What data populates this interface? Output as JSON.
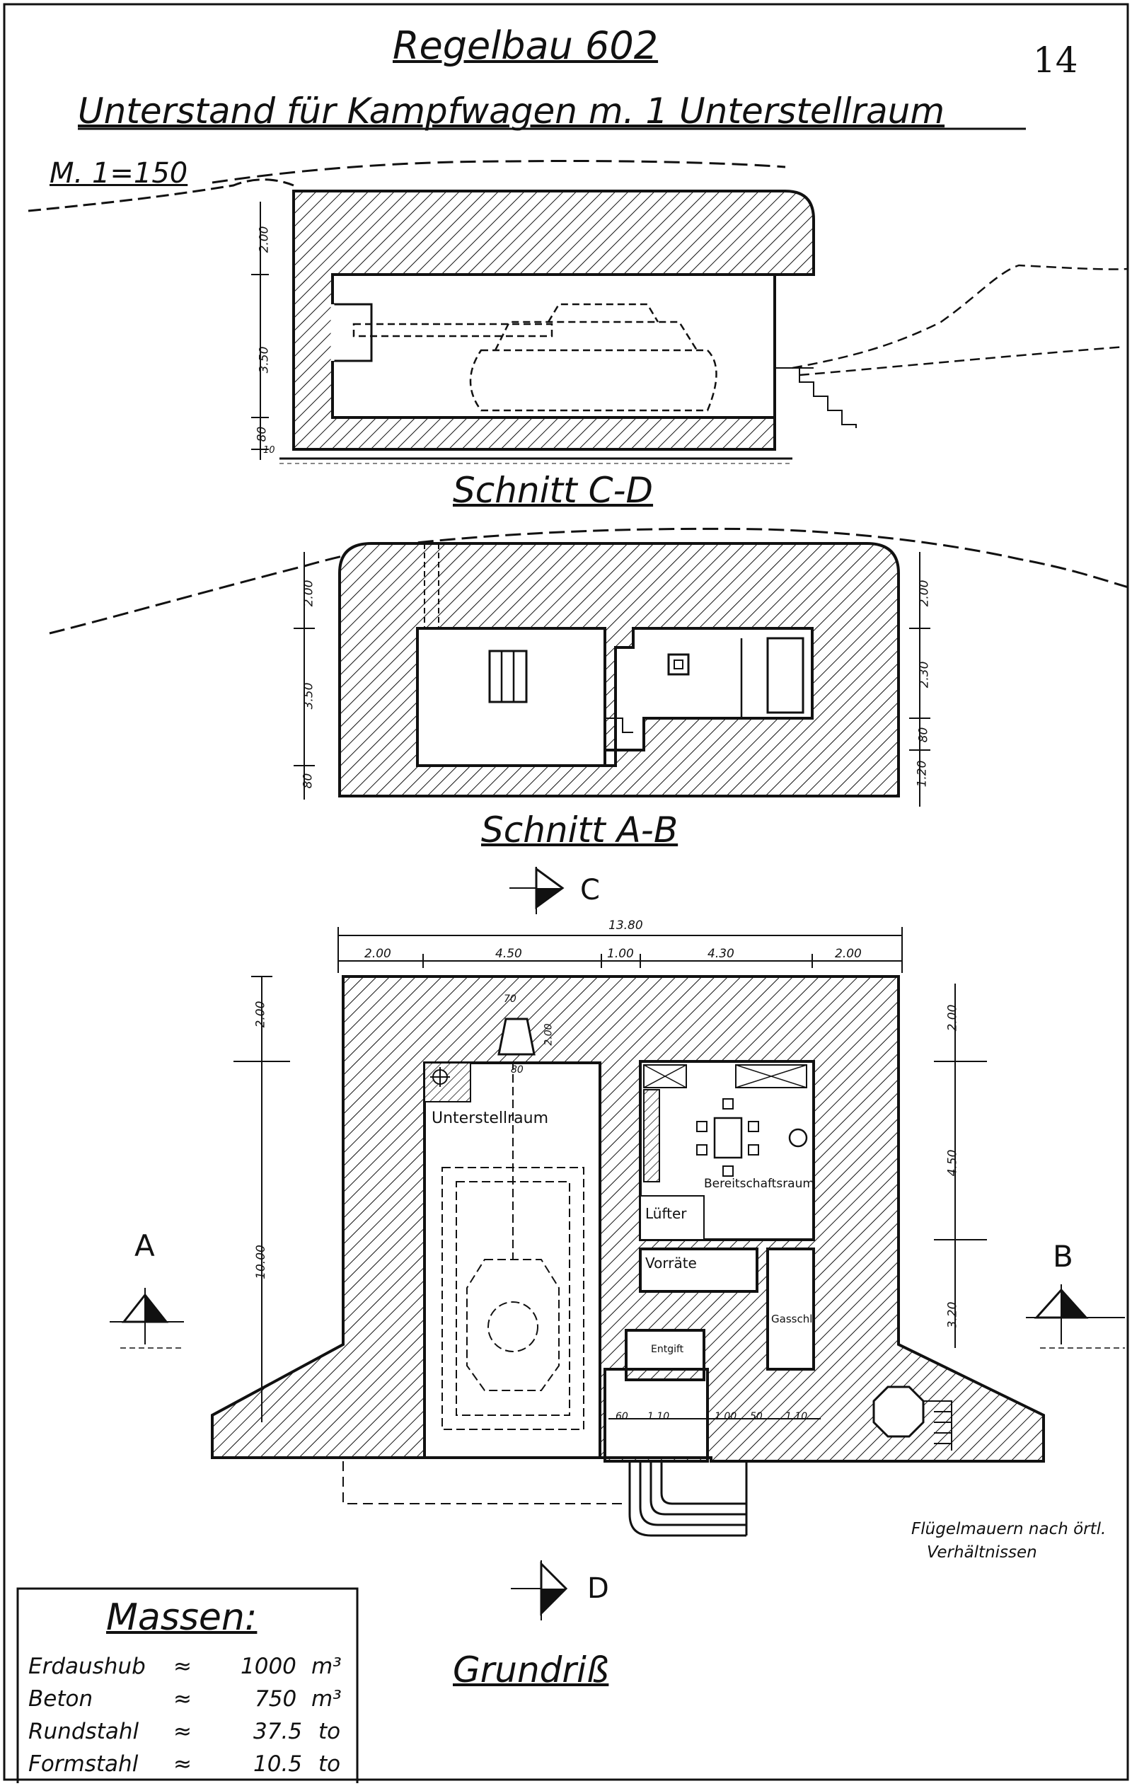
{
  "header": {
    "title": "Regelbau 602",
    "subtitle": "Unterstand für Kampfwagen m. 1 Unterstellraum",
    "sheet_number": "14",
    "scale": "M. 1=150"
  },
  "sections": {
    "section_cd": "Schnitt C-D",
    "section_ab": "Schnitt A-B",
    "plan": "Grundriß"
  },
  "section_markers": {
    "a": "A",
    "b": "B",
    "c": "C",
    "d": "D"
  },
  "dimensions": {
    "cd_vertical": [
      "2.00",
      "3.50",
      "80",
      "10"
    ],
    "ab_left": [
      "2.00",
      "3.50",
      "80"
    ],
    "ab_right": [
      "2.00",
      "2.30",
      "80",
      "1.20"
    ],
    "plan_total_width": "13.80",
    "plan_top": [
      "2.00",
      "4.50",
      "1.00",
      "4.30",
      "2.00"
    ],
    "plan_left": [
      "2.00",
      "10.00"
    ],
    "plan_right": [
      "2.00",
      "4.50",
      "3.20"
    ],
    "plan_bottom": [
      "60",
      "1.10",
      "1.00",
      "50",
      "1.10"
    ],
    "embrasure": [
      "70",
      "2.00",
      "80"
    ]
  },
  "rooms": {
    "unterstellraum": "Unterstellraum",
    "bereitschaftsraum": "Bereitschaftsraum",
    "luefter": "Lüfter",
    "vorraete": "Vorräte",
    "gasschleuse": "Gasschl.",
    "entgiftung": "Entgift"
  },
  "note": {
    "line1": "Flügelmauern nach örtl.",
    "line2": "Verhältnissen"
  },
  "masses": {
    "title": "Massen:",
    "rows": [
      {
        "label": "Erdaushub",
        "approx": "≈",
        "value": "1000",
        "unit": "m³"
      },
      {
        "label": "Beton",
        "approx": "≈",
        "value": "750",
        "unit": "m³"
      },
      {
        "label": "Rundstahl",
        "approx": "≈",
        "value": "37.5",
        "unit": "to"
      },
      {
        "label": "Formstahl",
        "approx": "≈",
        "value": "10.5",
        "unit": "to"
      }
    ]
  }
}
